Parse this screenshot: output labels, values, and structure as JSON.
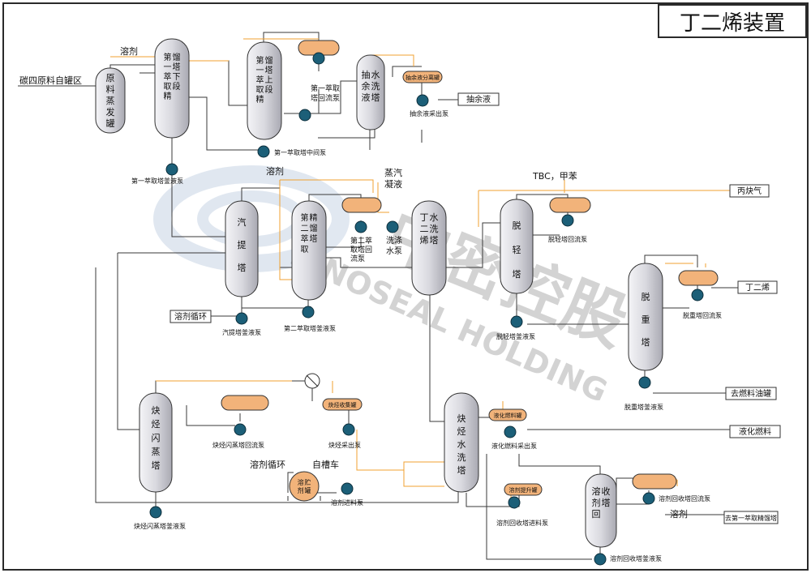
{
  "title": "丁二烯装置",
  "watermark": {
    "cn": "中密控股",
    "en": "SINOSEAL HOLDING"
  },
  "colors": {
    "line_gray": "#3a3a3a",
    "line_orange": "#f0a030",
    "vessel": "#d9d9df",
    "drum": "#f2b37a",
    "pump": "#1c5f78",
    "frame": "#2a2a2a"
  },
  "columns": {
    "feed_vessel": [
      "原",
      "料",
      "蒸",
      "发",
      "罐"
    ],
    "c1_lower": [
      "第",
      "一",
      "萃",
      "取",
      "精",
      "馏",
      "塔",
      "下",
      "段"
    ],
    "c1_upper": [
      "第",
      "一",
      "萃",
      "取",
      "精",
      "馏",
      "塔",
      "上",
      "段"
    ],
    "raffinate_wash": [
      "抽",
      "余",
      "液",
      "水",
      "洗",
      "塔"
    ],
    "stripper": [
      "汽",
      "提",
      "塔"
    ],
    "c2": [
      "第",
      "二",
      "萃",
      "取",
      "精",
      "馏",
      "塔"
    ],
    "bd_wash": [
      "丁",
      "二",
      "烯",
      "水",
      "洗",
      "塔"
    ],
    "lights": [
      "脱",
      "轻",
      "塔"
    ],
    "heavies": [
      "脱",
      "重",
      "塔"
    ],
    "alkyne_flash": [
      "炔",
      "烃",
      "闪",
      "蒸",
      "塔"
    ],
    "alkyne_wash": [
      "炔",
      "烃",
      "水",
      "洗",
      "塔"
    ],
    "solvent_rec": [
      "溶",
      "剂",
      "回",
      "收",
      "塔"
    ],
    "solvent_tank": [
      "溶",
      "剂",
      "贮",
      "罐"
    ]
  },
  "labels": {
    "c4_feed": "碳四原料自罐区",
    "solvent_1": "溶剂",
    "c1_reflux_pump": [
      "第一萃取",
      "塔回流泵"
    ],
    "c1_middle_pump": "第一萃取塔中间泵",
    "c1_bottom_pump": "第一萃取塔釜液泵",
    "raff_sep_drum": "抽余液分离罐",
    "raff_pump": "抽余液采出泵",
    "raffinate_out": "抽余液",
    "solvent_2": "溶剂",
    "steam_cond": [
      "蒸汽",
      "凝液"
    ],
    "c2_reflux_pump": [
      "第二萃",
      "取塔回",
      "流泵"
    ],
    "wash_pump": [
      "洗涤",
      "水泵"
    ],
    "tbc_toluene": "TBC，甲苯",
    "propyne_out": "丙炔气",
    "lights_reflux_pump": "脱轻塔回流泵",
    "bd_out": "丁二烯",
    "heavies_reflux_pump": "脱重塔回流泵",
    "solvent_cycle_1": "溶剂循环",
    "stripper_bottom_pump": "汽提塔釜液泵",
    "c2_bottom_pump": "第二萃取塔釜液泵",
    "lights_bottom_pump": "脱轻塔釜液泵",
    "heavies_bottom_pump": "脱重塔釜液泵",
    "to_fuel_tank": "去燃料油罐",
    "liq_fuel_drum": "液化燃料罐",
    "liq_fuel_pump": "液化燃料采出泵",
    "liq_fuel_out": "液化燃料",
    "alk_recv_drum": "炔烃收集罐",
    "alk_flash_reflux_pump": "炔烃闪蒸塔回流泵",
    "alk_out_pump": "炔烃采出泵",
    "solvent_cycle_2": "溶剂循环",
    "tank_truck": "自槽车",
    "solvent_feed_pump": "溶剂进料泵",
    "solvent_lift_drum": "溶剂提升罐",
    "solvent_rec_feed_pump": "溶剂回收塔进料泵",
    "solvent_rec_reflux_pump": "溶剂回收塔回流泵",
    "solvent_3": "溶剂",
    "to_c1_rect": "去第一萃取精馏塔",
    "alk_flash_bottom_pump": "炔烃闪蒸塔釜液泵",
    "solvent_rec_bottom_pump": "溶剂回收塔釜液泵"
  }
}
